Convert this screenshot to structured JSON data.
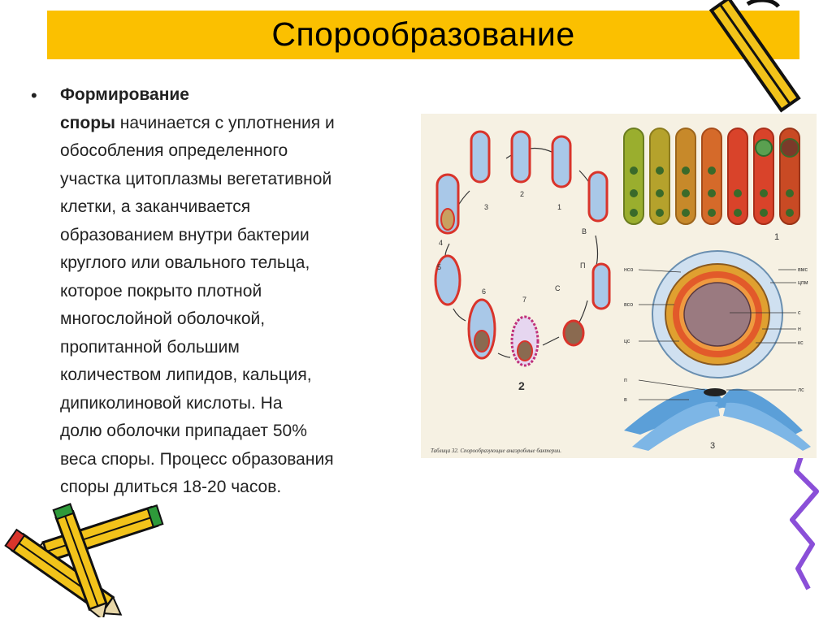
{
  "slide": {
    "title": "Спорообразование"
  },
  "body": {
    "bullet": "•",
    "lead_bold": "Формирование",
    "line1_bold": "споры",
    "line1_rest": " начинается с уплотнения и",
    "lines": [
      "обособления определенного",
      "участка цитоплазмы вегетативной",
      "клетки, а заканчивается",
      "образованием внутри бактерии",
      "круглого или овального тельца,",
      "которое покрыто плотной",
      "многослойной оболочкой,",
      "пропитанной большим",
      "количеством липидов, кальция,",
      "дипиколиновой кислоты. На",
      "долю оболочки припадает 50%",
      "веса споры. Процесс образования",
      "споры длиться 18-20 часов."
    ]
  },
  "figure": {
    "caption": "Таблица 32. Спорообразующие анаэробные бактерии.",
    "panel_numbers": [
      "1",
      "2",
      "3"
    ],
    "cycle_labels": [
      "1",
      "2",
      "3",
      "4",
      "5",
      "6",
      "7",
      "В",
      "П",
      "С"
    ],
    "structure_labels_left": [
      "нсо",
      "всо",
      "цс",
      "п",
      "в"
    ],
    "structure_labels_right": [
      "вмс",
      "цпм",
      "с",
      "н",
      "кс",
      "лс"
    ]
  }
}
